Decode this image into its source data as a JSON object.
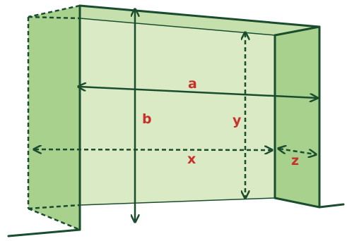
{
  "labels": {
    "a": "a",
    "b": "b",
    "x": "x",
    "y": "y",
    "z": "z"
  },
  "colors": {
    "outline": "#1a4d2e",
    "back_panel": "#d9eac4",
    "side_panel": "#a9d18e",
    "label": "#c8302a"
  }
}
